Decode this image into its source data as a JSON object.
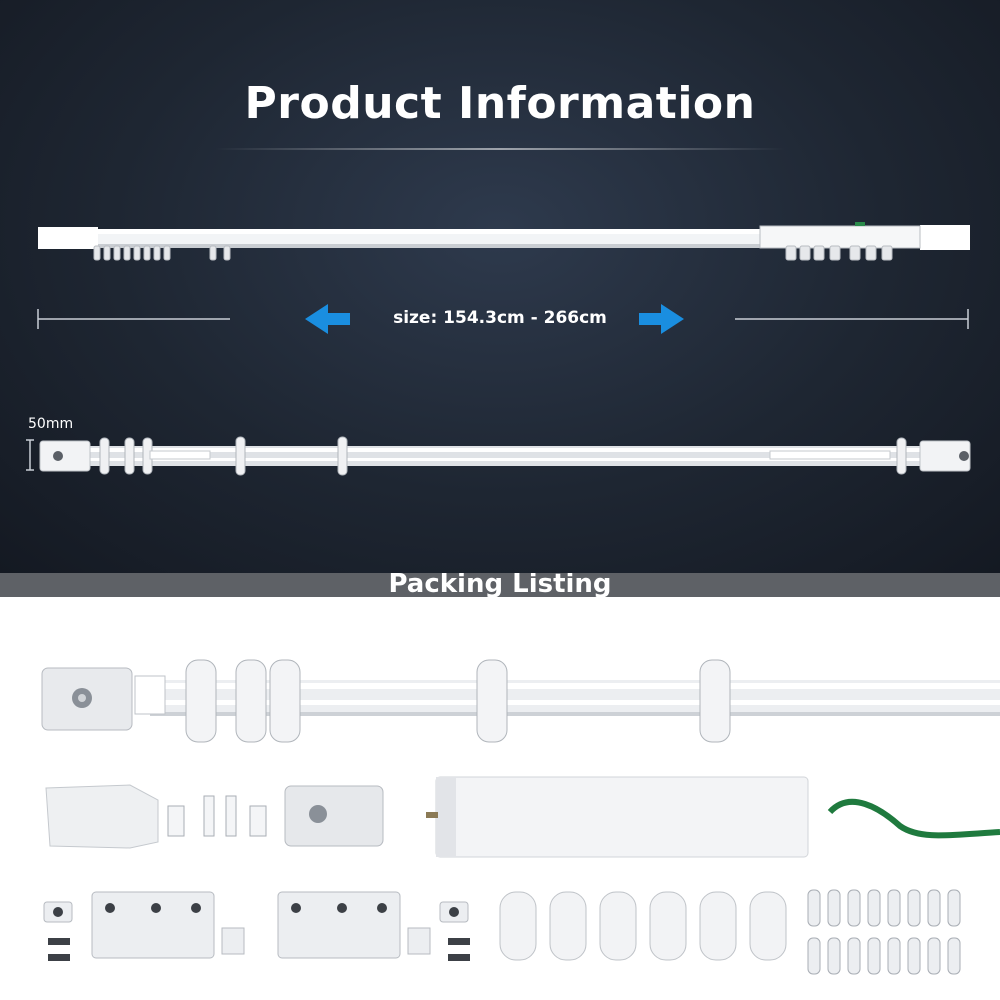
{
  "header": {
    "title": "Product Information"
  },
  "dimensions": {
    "size_label": "size: 154.3cm - 266cm",
    "height_label": "50mm"
  },
  "packing": {
    "title": "Packing Listing"
  },
  "colors": {
    "accent_arrow": "#1a8ee0",
    "dark_bg": "#1e2632",
    "band": "#5e6166"
  }
}
